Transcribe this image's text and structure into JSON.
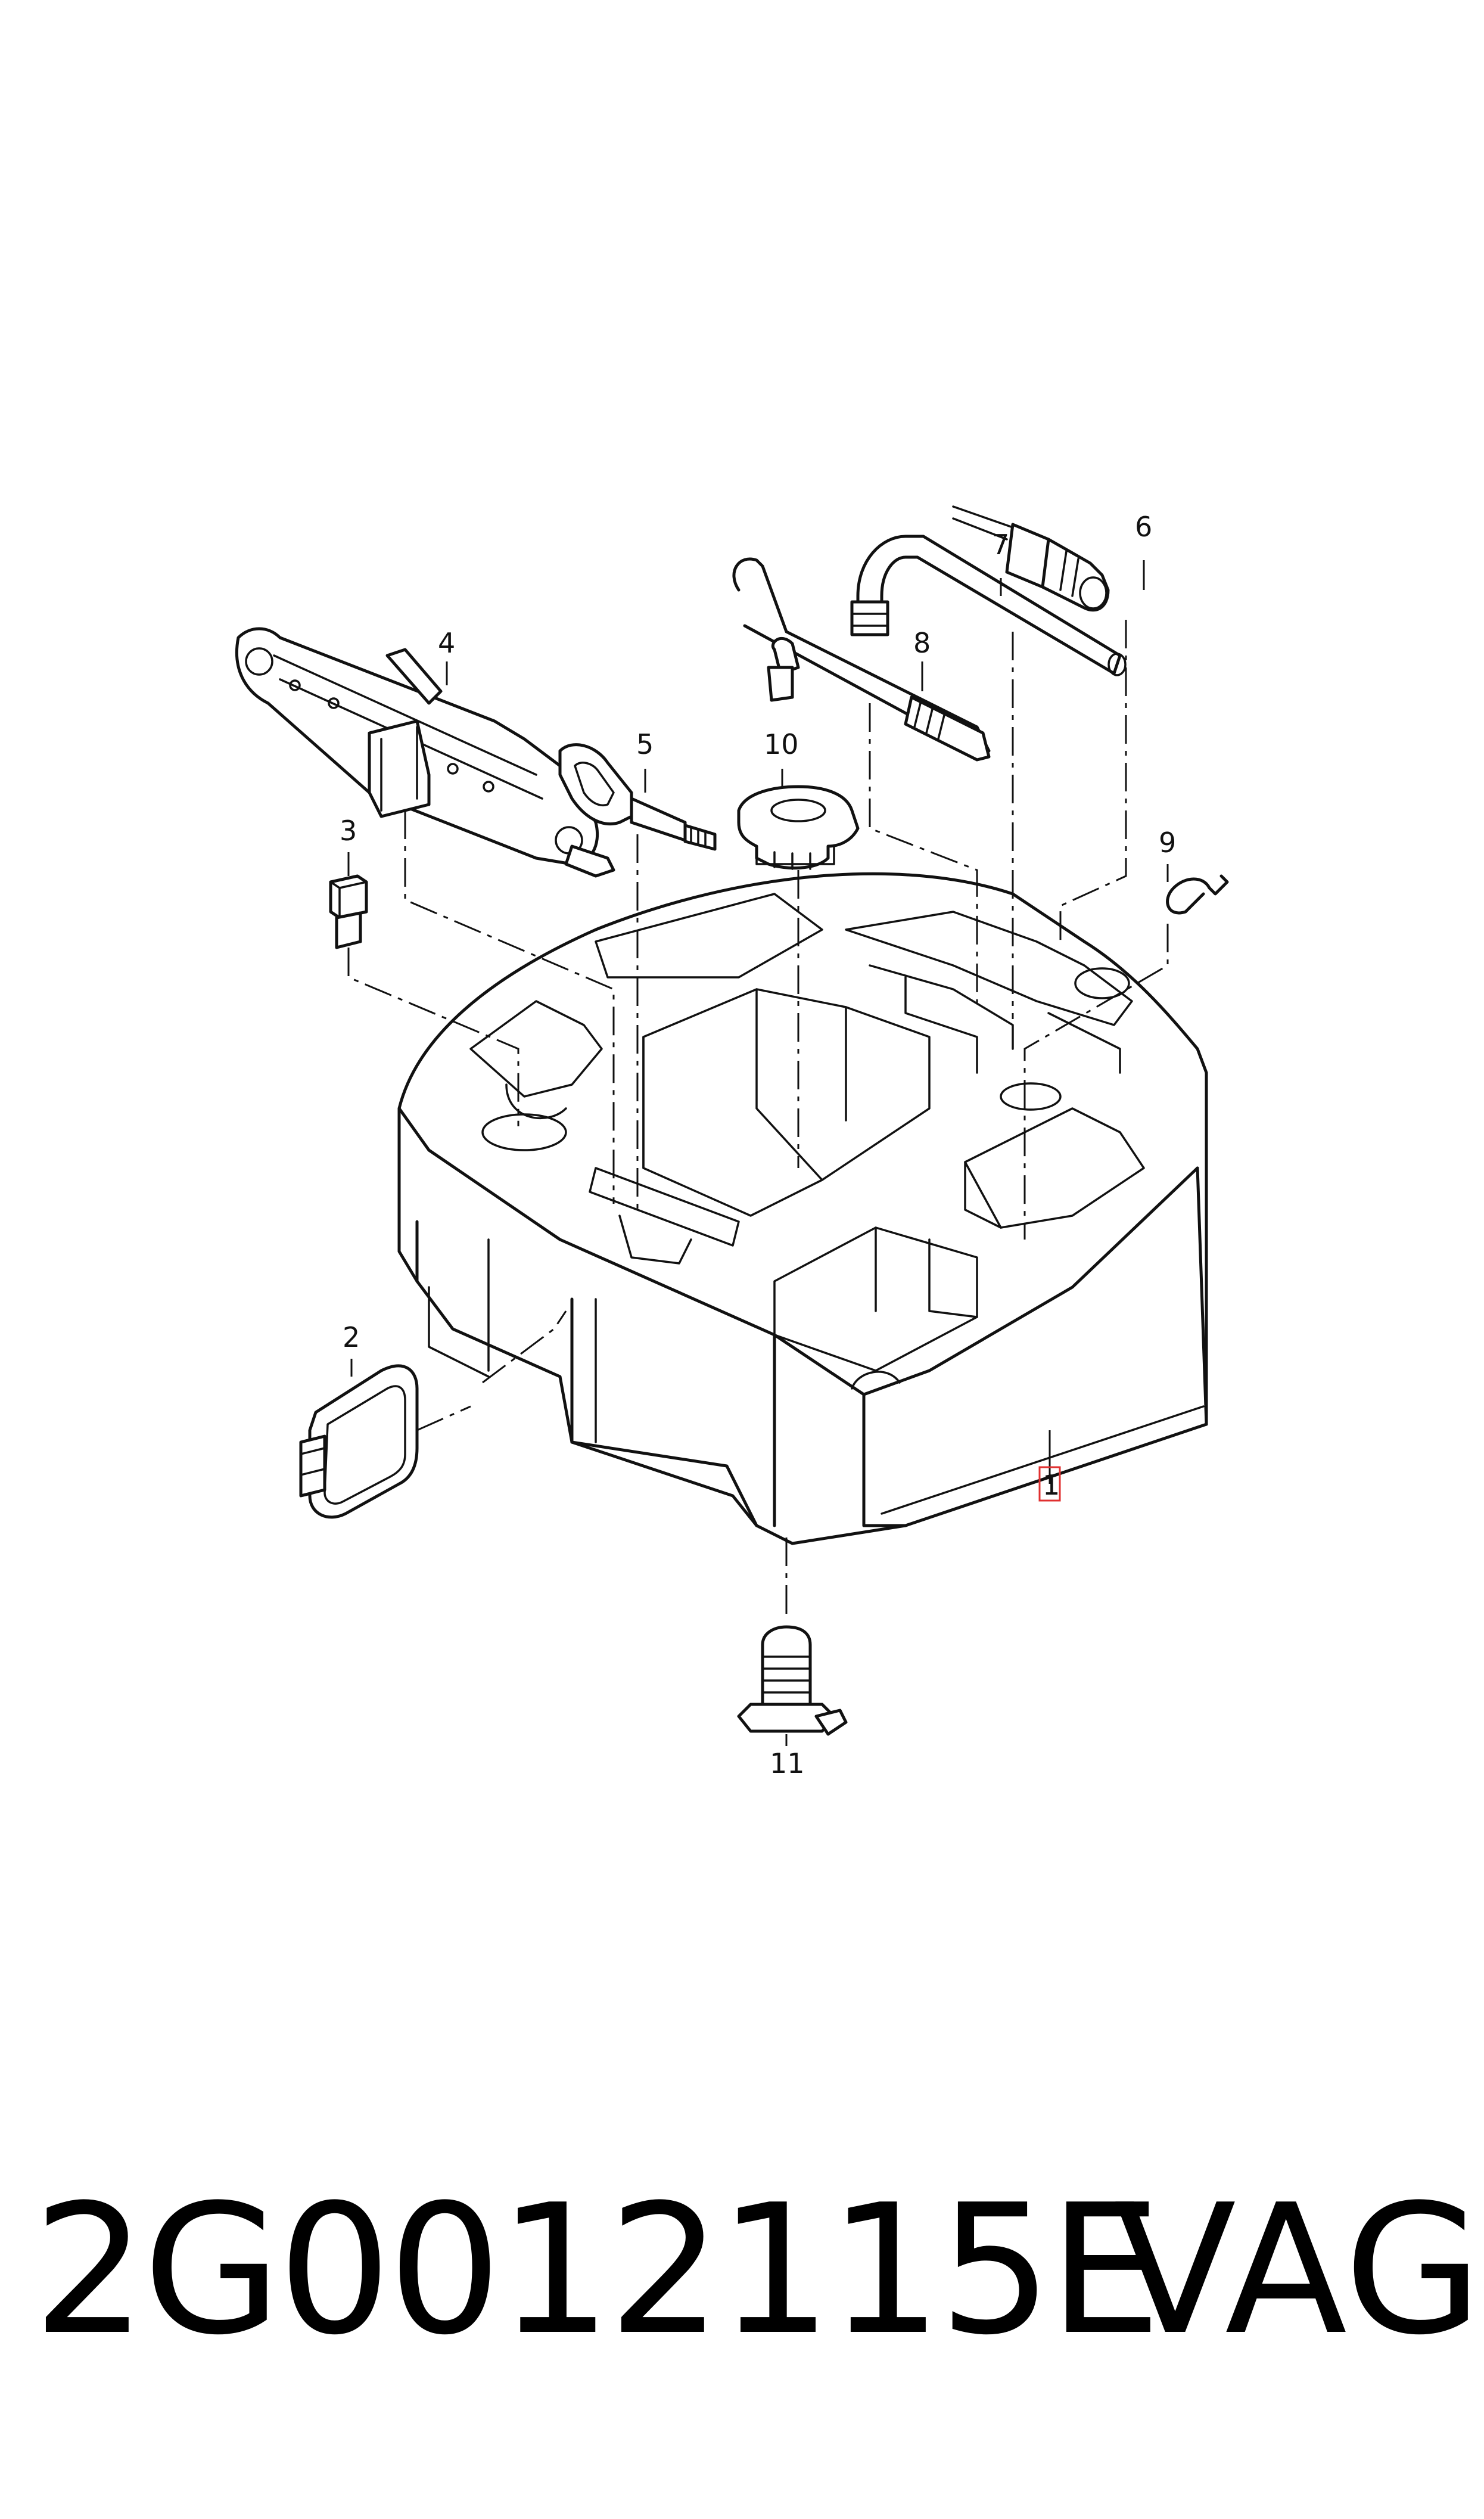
{
  "diagram": {
    "callouts": [
      "1",
      "2",
      "3",
      "4",
      "5",
      "6",
      "7",
      "8",
      "9",
      "10",
      "11"
    ],
    "highlight_color": "#e03030"
  },
  "footer": {
    "part_number": "2G0012115E",
    "brand": "VAG"
  }
}
